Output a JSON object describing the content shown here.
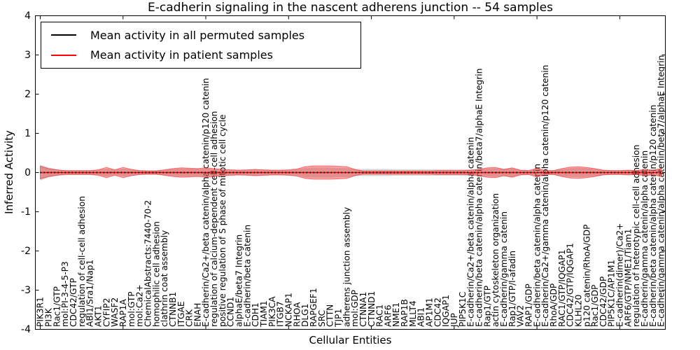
{
  "chart_data": {
    "type": "line",
    "title": "E-cadherin signaling in the nascent adherens junction -- 54 samples",
    "xlabel": "Cellular Entities",
    "ylabel": "Inferred Activity",
    "ylim": [
      -4,
      4
    ],
    "yticks": [
      -4,
      -3,
      -2,
      -1,
      0,
      1,
      2,
      3,
      4
    ],
    "legend_position": "upper left",
    "grid": false,
    "categories": [
      "PIK3R1",
      "PI3K",
      "Rac1/GTP",
      "mol:PI-3-4-5-P3",
      "CDC42/GTP",
      "regulation of cell-cell adhesion",
      "ABI1/Sra1/Nap1",
      "AKT1",
      "CYFIP2",
      "WASF2",
      "RAP1A",
      "mol:GTP",
      "mol:Ca2+",
      "ChemicalAbstracts:7440-70-2",
      "homophilic cell adhesion",
      "clathrin coat assembly",
      "CTNNB1",
      "ITGAE",
      "CRK",
      "ENAH",
      "E-cadherin/Ca2+/beta catenin/alpha catenin/p120 catenin",
      "regulation of calcium-dependent cell-cell adhesion",
      "positive regulation of S phase of mitotic cell cycle",
      "CCND1",
      "alphaE/beta7 Integrin",
      "E-cadherin/beta catenin",
      "CDH1",
      "TIAM1",
      "PIK3CA",
      "ITGB7",
      "NCKAP1",
      "RHOA",
      "DLG1",
      "RAPGEF1",
      "SRC",
      "CTTN",
      "TJP1",
      "adherens junction assembly",
      "mol:GDP",
      "CTNNA1",
      "CTNND1",
      "RAC1",
      "ARF6",
      "NME1",
      "RAP1B",
      "MLLT4",
      "ABI1",
      "AP1M1",
      "CDC42",
      "IQGAP1",
      "JUP",
      "PIP5K1C",
      "E-cadherin/Ca2+/beta catenin/alpha catenin",
      "E-cadherin/beta catenin/alpha catenin/beta7/alphaE Integrin",
      "Rap1/GTP",
      "actin cytoskeleton organization",
      "E-cadherin/gamma catenin",
      "Rap1/GTP/l-afadin",
      "VAV2",
      "RAP1/GDP",
      "E-cadherin/beta catenin/alpha catenin",
      "E-cadherin/Ca2+/gamma catenin/alpha catenin/p120 catenin",
      "RhoA/GDP",
      "RAC1/GTP/IQGAP1",
      "CDC42/GTP/IQGAP1",
      "KLHL20",
      "p120 catenin/RhoA/GDP",
      "Rac1/GDP",
      "CDC42/GDP",
      "PIP5K1C/AP1M1",
      "E-cadherin(dimer)/Ca2+",
      "ARF6/GTP/NME1/Tiam1",
      "regulation of heterotypic cell-cell adhesion",
      "E-cadherin/gamma catenin/alpha catenin",
      "E-cadherin/beta catenin/alpha catenin/p120 catenin",
      "E-cadherin/gamma catenin/alpha catenin/beta7/alphaE Integrin"
    ],
    "series": [
      {
        "name": "Mean activity in all permuted samples",
        "color": "#000000",
        "mean": 0,
        "band_color": "#9a9a9a",
        "band_halfwidth": [
          0.2,
          0.13,
          0.08,
          0.06,
          0.06,
          0.06,
          0.06,
          0.07,
          0.1,
          0.07,
          0.1,
          0.08,
          0.06,
          0.06,
          0.06,
          0.07,
          0.09,
          0.1,
          0.1,
          0.09,
          0.1,
          0.09,
          0.08,
          0.07,
          0.07,
          0.07,
          0.08,
          0.07,
          0.07,
          0.07,
          0.07,
          0.08,
          0.12,
          0.13,
          0.13,
          0.13,
          0.12,
          0.12,
          0.09,
          0.09,
          0.09,
          0.09,
          0.09,
          0.08,
          0.08,
          0.08,
          0.08,
          0.08,
          0.08,
          0.08,
          0.08,
          0.08,
          0.08,
          0.08,
          0.1,
          0.11,
          0.09,
          0.11,
          0.07,
          0.06,
          0.09,
          0.06,
          0.06,
          0.09,
          0.11,
          0.12,
          0.11,
          0.09,
          0.07,
          0.06,
          0.06,
          0.07,
          0.06,
          0.08,
          0.07,
          0.09
        ]
      },
      {
        "name": "Mean activity in patient samples",
        "color": "#ff0000",
        "mean": 0,
        "band_color": "#ff0000",
        "band_halfwidth": [
          0.16,
          0.1,
          0.07,
          0.05,
          0.05,
          0.05,
          0.05,
          0.07,
          0.13,
          0.07,
          0.13,
          0.08,
          0.05,
          0.04,
          0.04,
          0.07,
          0.1,
          0.12,
          0.11,
          0.1,
          0.12,
          0.1,
          0.08,
          0.07,
          0.06,
          0.07,
          0.08,
          0.07,
          0.06,
          0.06,
          0.07,
          0.09,
          0.15,
          0.17,
          0.17,
          0.17,
          0.16,
          0.15,
          0.08,
          0.04,
          0.04,
          0.04,
          0.04,
          0.04,
          0.04,
          0.04,
          0.04,
          0.04,
          0.05,
          0.05,
          0.05,
          0.05,
          0.06,
          0.08,
          0.12,
          0.13,
          0.08,
          0.12,
          0.06,
          0.05,
          0.11,
          0.05,
          0.05,
          0.1,
          0.14,
          0.15,
          0.13,
          0.1,
          0.06,
          0.05,
          0.05,
          0.06,
          0.05,
          0.08,
          0.06,
          0.1
        ]
      }
    ]
  }
}
